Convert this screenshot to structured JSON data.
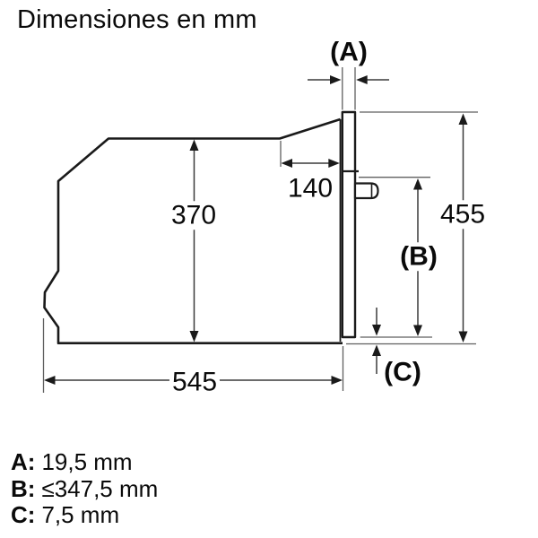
{
  "title": "Dimensiones en mm",
  "diagram": {
    "label_a": "(A)",
    "label_b": "(B)",
    "label_c": "(C)",
    "dim_140": "140",
    "dim_370": "370",
    "dim_455": "455",
    "dim_545": "545"
  },
  "legend": {
    "items": [
      {
        "key": "A:",
        "value": "19,5 mm"
      },
      {
        "key": "B:",
        "value": "≤347,5 mm"
      },
      {
        "key": "C:",
        "value": "7,5 mm"
      }
    ]
  },
  "colors": {
    "outline": "#1a1a1a",
    "dimension_line": "#3a3a3a",
    "extension_line": "#5f5f5f",
    "background": "#ffffff"
  }
}
